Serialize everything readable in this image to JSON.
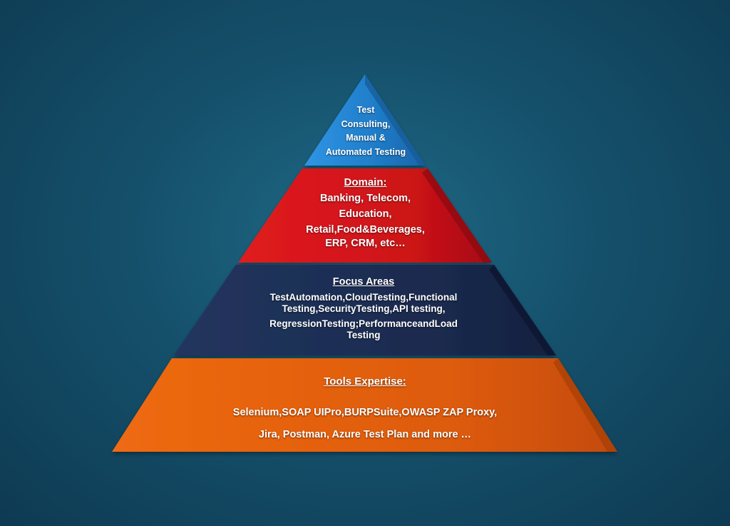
{
  "tiers": [
    {
      "level": 1,
      "color": "#2a8ad6",
      "lines": [
        "Test",
        "Consulting,",
        "Manual &",
        "Automated Testing"
      ]
    },
    {
      "level": 2,
      "color": "#d6161c",
      "heading": "Domain:",
      "lines": [
        "Banking, Telecom,",
        "Education,",
        "Retail,Food&Beverages,",
        "ERP, CRM, etc…"
      ]
    },
    {
      "level": 3,
      "color": "#1c2d52",
      "heading": "Focus Areas",
      "lines": [
        "TestAutomation,CloudTesting,Functional",
        "Testing,SecurityTesting,API testing,",
        "RegressionTesting;PerformanceandLoad",
        "Testing"
      ]
    },
    {
      "level": 4,
      "color": "#e25b0e",
      "heading": "Tools Expertise:",
      "lines": [
        "Selenium,SOAP UIPro,BURPSuite,OWASP ZAP Proxy,",
        "Jira, Postman, Azure Test Plan and more …"
      ]
    }
  ]
}
